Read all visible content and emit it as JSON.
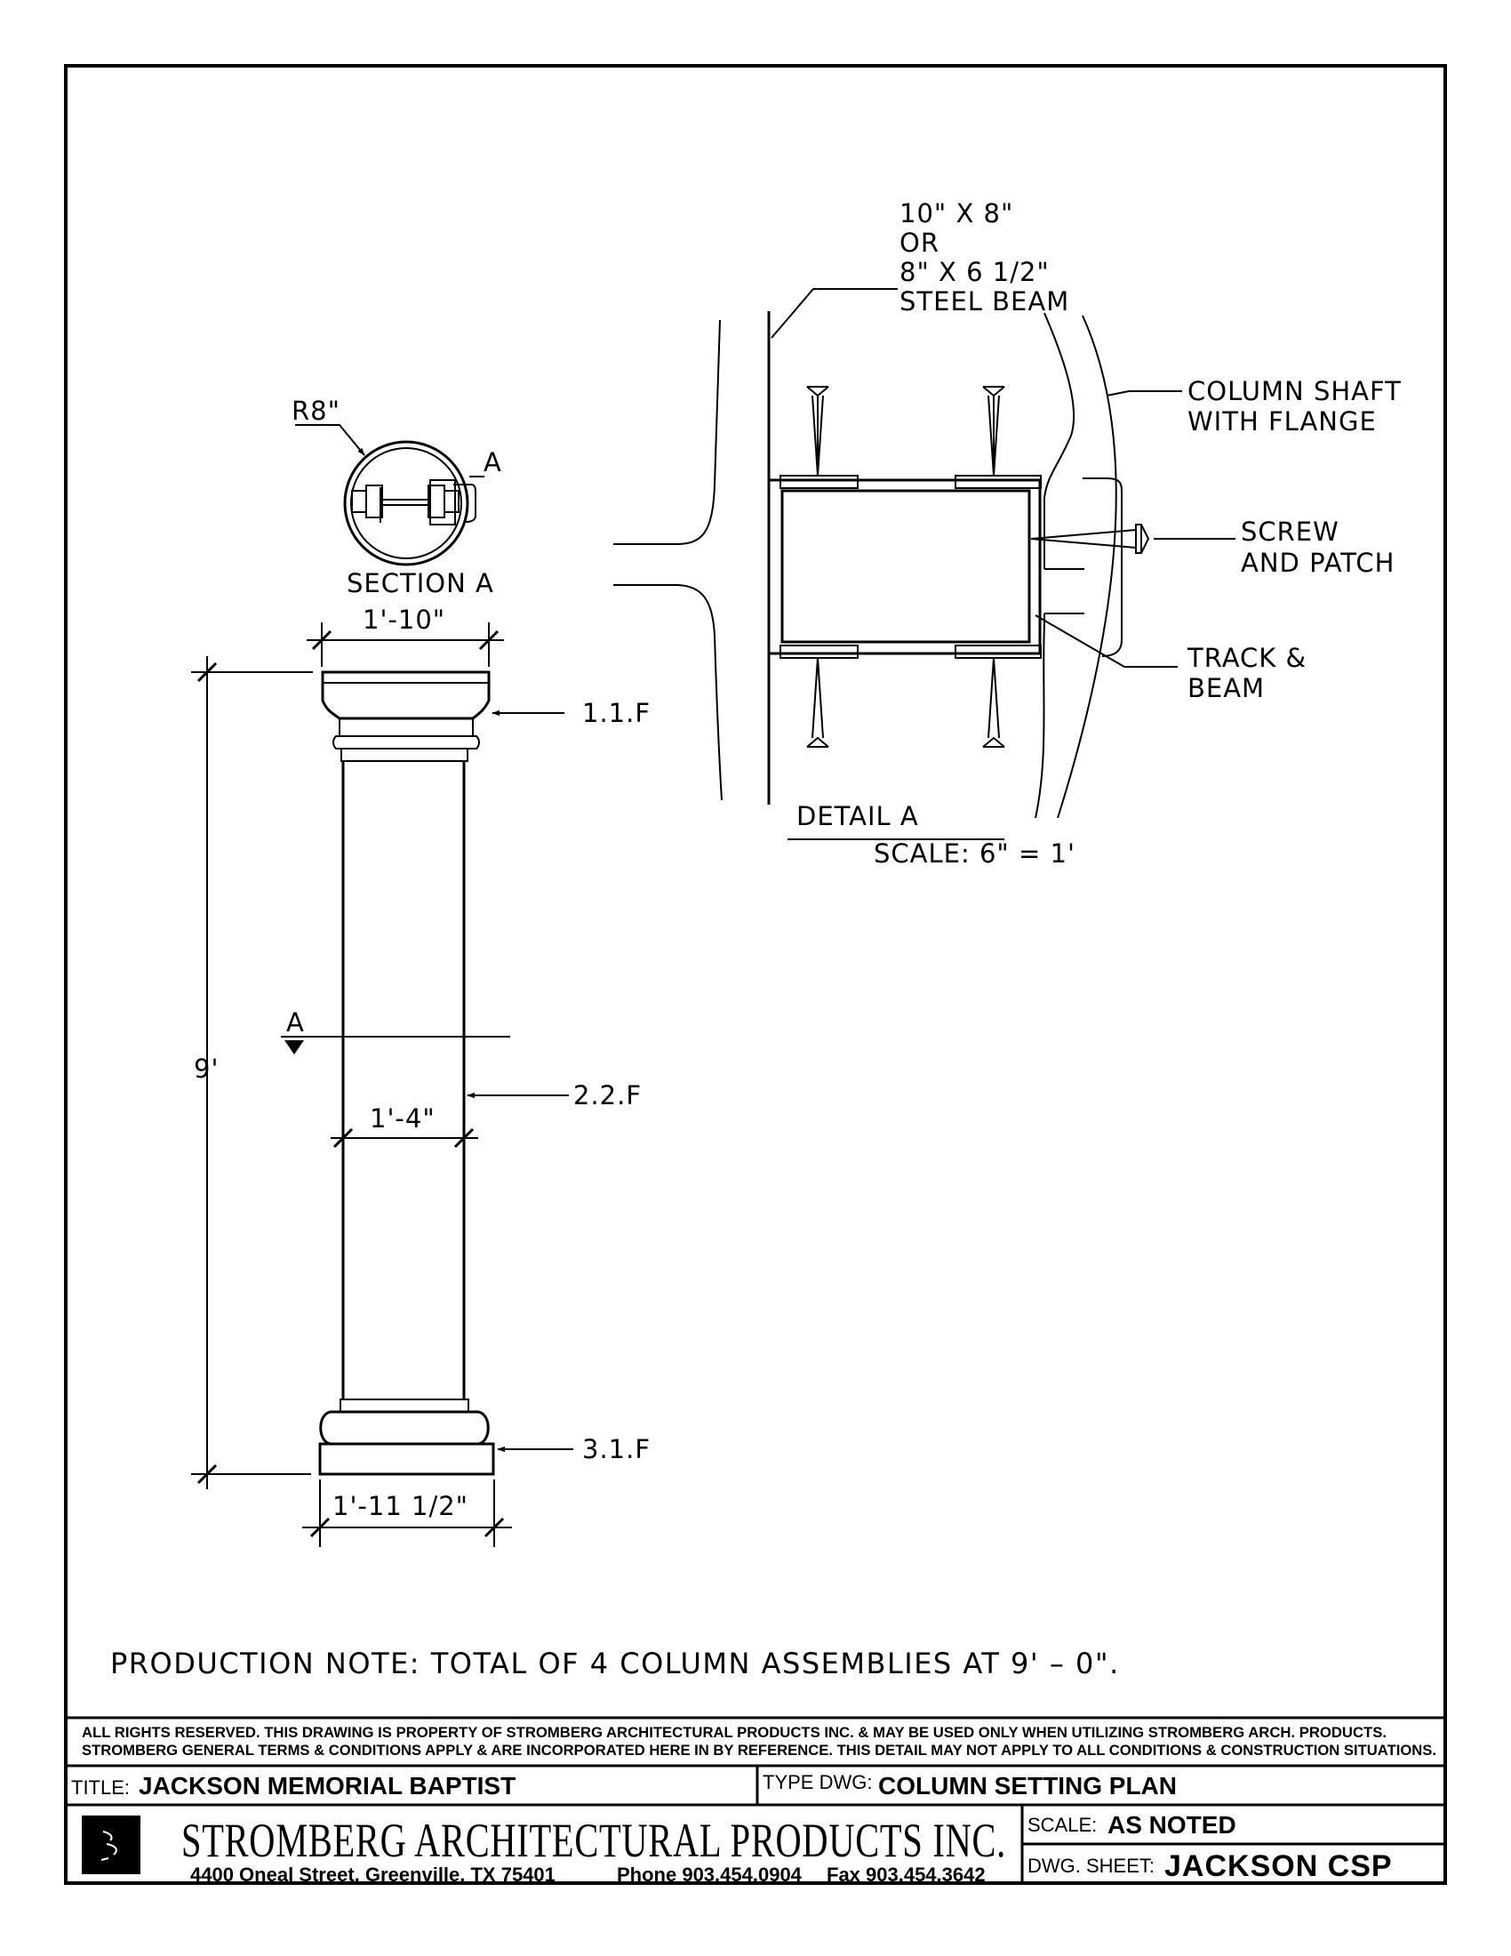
{
  "detail": {
    "beam_callout_line1": "10\" X 8\"",
    "beam_callout_line2": "OR",
    "beam_callout_line3": "8\" X 6 1/2\"",
    "beam_callout_line4": "STEEL BEAM",
    "shaft_callout_line1": "COLUMN SHAFT",
    "shaft_callout_line2": "WITH FLANGE",
    "screw_callout_line1": "SCREW",
    "screw_callout_line2": "AND PATCH",
    "track_callout_line1": "TRACK &",
    "track_callout_line2": "BEAM",
    "title": "DETAIL A",
    "scale": "SCALE: 6\" = 1'"
  },
  "section": {
    "radius_label": "R8\"",
    "cut_marker": "A",
    "title": "SECTION A"
  },
  "column": {
    "cap_width": "1'-10\"",
    "cap_ref": "1.1.F",
    "height": "9'",
    "section_marker": "A",
    "shaft_ref": "2.2.F",
    "shaft_width": "1'-4\"",
    "base_ref": "3.1.F",
    "base_width": "1'-11 1/2\""
  },
  "production_note": "PRODUCTION NOTE: TOTAL OF 4 COLUMN ASSEMBLIES AT 9' – 0\".",
  "title_block": {
    "rights_line1": "ALL RIGHTS RESERVED. THIS DRAWING IS PROPERTY OF STROMBERG ARCHITECTURAL PRODUCTS INC. & MAY BE USED ONLY WHEN UTILIZING STROMBERG ARCH. PRODUCTS.",
    "rights_line2": "STROMBERG GENERAL TERMS & CONDITIONS APPLY & ARE INCORPORATED HERE IN BY REFERENCE. THIS DETAIL MAY NOT APPLY TO ALL CONDITIONS & CONSTRUCTION SITUATIONS.",
    "title_label": "TITLE:",
    "title_value": "JACKSON MEMORIAL BAPTIST",
    "type_label": "TYPE DWG:",
    "type_value": "COLUMN SETTING PLAN",
    "company_name": "STROMBERG ARCHITECTURAL PRODUCTS INC.",
    "address": "4400 Oneal Street, Greenville, TX 75401",
    "phone": "Phone 903.454.0904",
    "fax": "Fax 903.454.3642",
    "scale_label": "SCALE:",
    "scale_value": "AS NOTED",
    "sheet_label": "DWG. SHEET:",
    "sheet_value": "JACKSON CSP"
  }
}
